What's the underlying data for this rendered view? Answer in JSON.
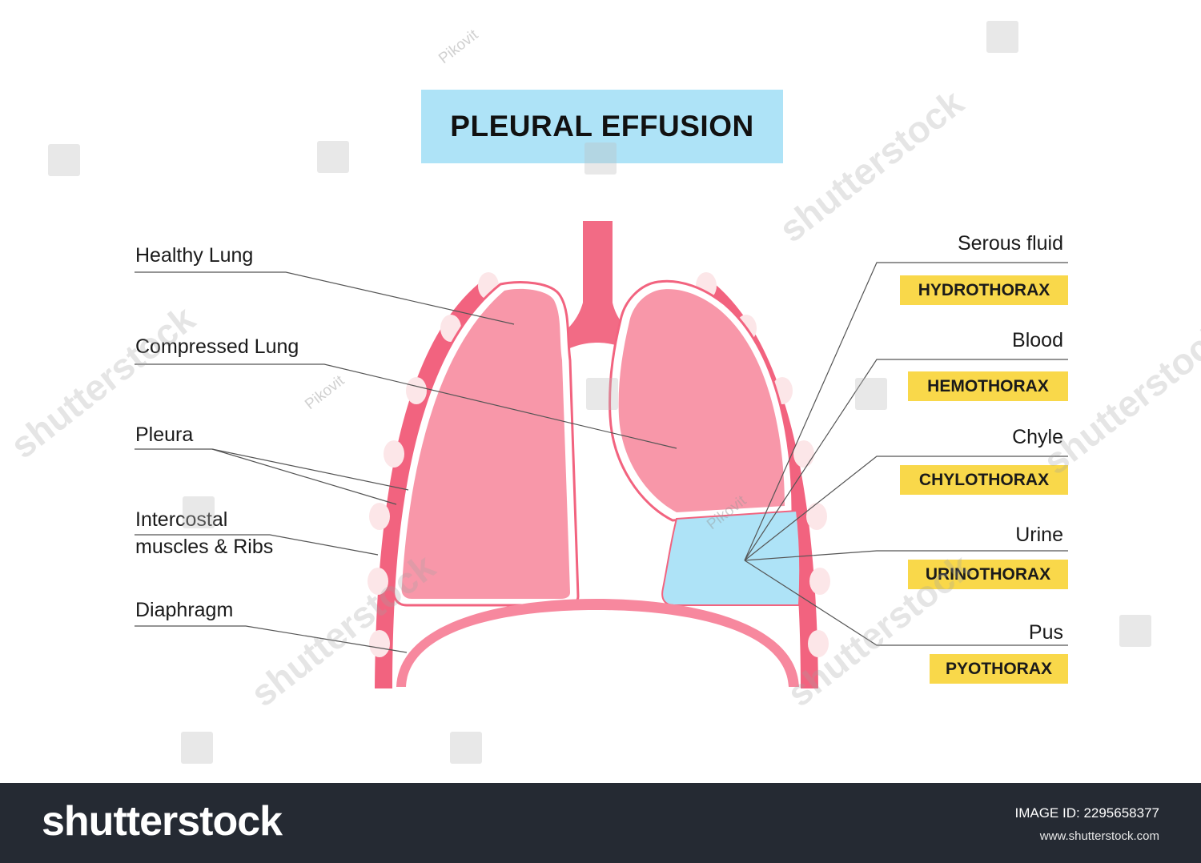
{
  "title": "PLEURAL EFFUSION",
  "left_labels": {
    "healthy_lung": "Healthy Lung",
    "compressed_lung": "Compressed Lung",
    "pleura": "Pleura",
    "intercostal_line1": "Intercostal",
    "intercostal_line2": "muscles & Ribs",
    "diaphragm": "Diaphragm"
  },
  "fluids": [
    {
      "fluid": "Serous fluid",
      "condition": "HYDROTHORAX"
    },
    {
      "fluid": "Blood",
      "condition": "HEMOTHORAX"
    },
    {
      "fluid": "Chyle",
      "condition": "CHYLOTHORAX"
    },
    {
      "fluid": "Urine",
      "condition": "URINOTHORAX"
    },
    {
      "fluid": "Pus",
      "condition": "PYOTHORAX"
    }
  ],
  "watermark": {
    "brand": "shutterstock",
    "author": "Pikovit",
    "image_id": "IMAGE ID: 2295658377",
    "url": "www.shutterstock.com"
  },
  "colors": {
    "rib_cage": "#f2637f",
    "rib_bone": "#fce6e8",
    "lung_fill": "#f897a9",
    "trachea": "#f26b85",
    "fluid": "#aee3f7",
    "tag": "#f9d84a",
    "title_bg": "#aee3f7",
    "footer_bg": "#252a33"
  }
}
